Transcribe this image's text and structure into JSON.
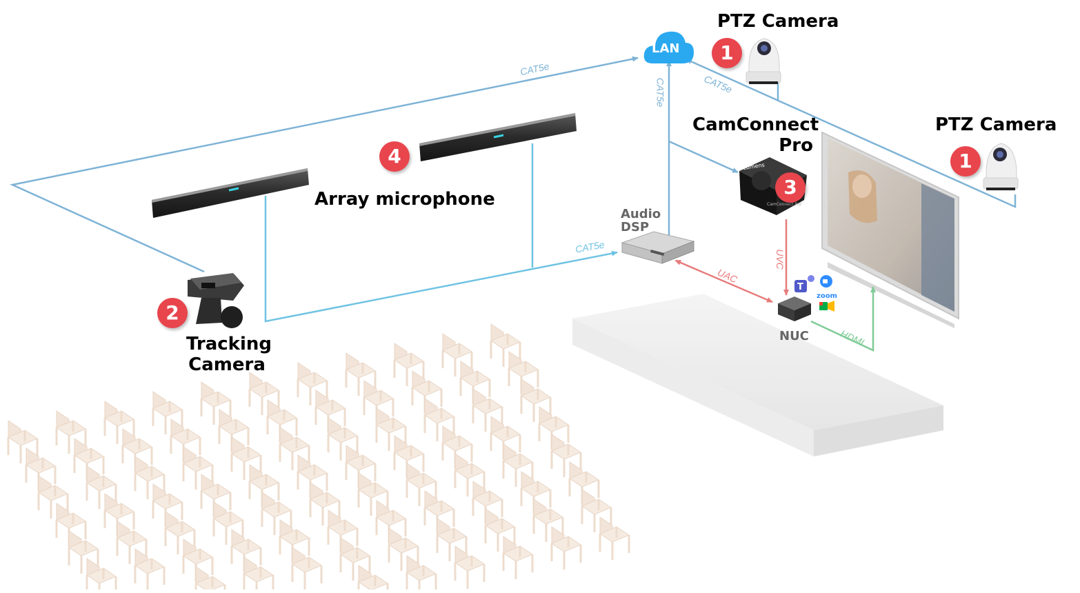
{
  "labels": {
    "ptz_camera_top": "PTZ Camera",
    "ptz_camera_right": "PTZ Camera",
    "camconnect_line1": "CamConnect",
    "camconnect_line2": "Pro",
    "array_microphone": "Array microphone",
    "tracking_line1": "Tracking",
    "tracking_line2": "Camera",
    "audio_dsp_line1": "Audio",
    "audio_dsp_line2": "DSP",
    "nuc": "NUC",
    "lan": "LAN"
  },
  "badges": {
    "ptz_top": "1",
    "ptz_right": "1",
    "tracking": "2",
    "camconnect": "3",
    "array_mic": "4"
  },
  "wires": {
    "cat5e_top": "CAT5e",
    "cat5e_vertical": "CAT5e",
    "cat5e_ptz": "CAT5e",
    "cat5e_dsp": "CAT5e",
    "uac": "UAC",
    "uvc": "UVC",
    "hdmi": "HDMI"
  },
  "device_text": {
    "camconnect_brand": "Lumens",
    "camconnect_model": "CamConnect Pro",
    "zoom": "zoom"
  },
  "colors": {
    "lan_blue": "#7eb3d6",
    "mic_line": "#6fc3e3",
    "uac_uvc_red": "#e87b7b",
    "hdmi_green": "#7fcb96",
    "badge_red": "#e8454d",
    "cloud_blue": "#2aa9f0",
    "chair": "#f2e4d8"
  },
  "icons": [
    "cloud-icon",
    "teams-icon",
    "zoom-icon",
    "google-meet-icon",
    "ptz-camera-icon",
    "tracking-camera-icon",
    "array-microphone-icon",
    "audio-dsp-icon",
    "nuc-icon",
    "camconnect-pro-icon",
    "display-screen-icon",
    "chair-icon"
  ]
}
